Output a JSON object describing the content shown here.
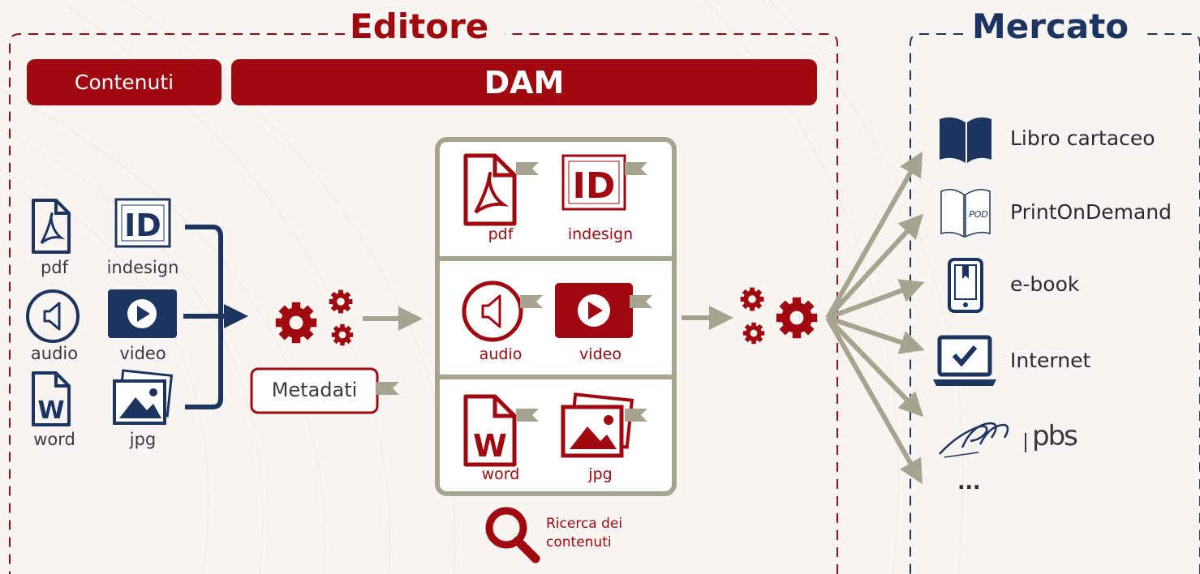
{
  "editore": {
    "title": "Editore"
  },
  "mercato": {
    "title": "Mercato"
  },
  "bars": {
    "contenuti": "Contenuti",
    "dam": "DAM"
  },
  "sources": [
    {
      "label": "pdf",
      "icon": "pdf-icon"
    },
    {
      "label": "indesign",
      "icon": "indesign-icon"
    },
    {
      "label": "audio",
      "icon": "audio-icon"
    },
    {
      "label": "video",
      "icon": "video-icon"
    },
    {
      "label": "word",
      "icon": "word-icon"
    },
    {
      "label": "jpg",
      "icon": "jpg-icon"
    }
  ],
  "metadati": {
    "label": "Metadati"
  },
  "dam_items": [
    {
      "label": "pdf"
    },
    {
      "label": "indesign"
    },
    {
      "label": "audio"
    },
    {
      "label": "video"
    },
    {
      "label": "word"
    },
    {
      "label": "jpg"
    }
  ],
  "search": {
    "line1": "Ricerca dei",
    "line2": "contenuti"
  },
  "market": [
    {
      "label": "Libro cartaceo",
      "icon": "book-icon"
    },
    {
      "label": "PrintOnDemand",
      "icon": "pod-book-icon"
    },
    {
      "label": "e-book",
      "icon": "tablet-icon"
    },
    {
      "label": "Internet",
      "icon": "laptop-icon"
    },
    {
      "label": "pbs",
      "icon": "pbs-logo-icon"
    },
    {
      "label": "...",
      "icon": ""
    }
  ],
  "colors": {
    "red": "#a1080f",
    "navy": "#1b3560",
    "gray": "#a6a48f",
    "bg": "#f7f4f1"
  }
}
